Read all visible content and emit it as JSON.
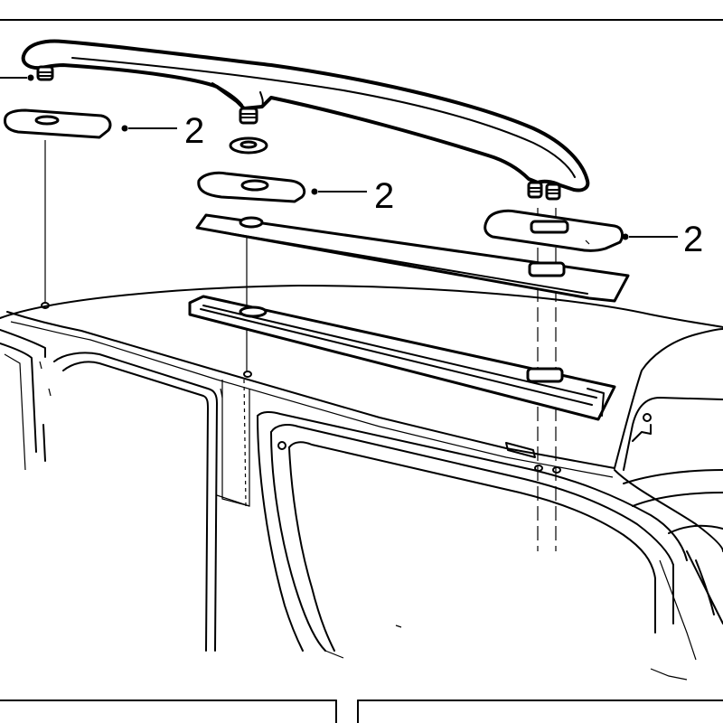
{
  "callouts": [
    {
      "id": "c1",
      "label": "2"
    },
    {
      "id": "c2",
      "label": "2"
    },
    {
      "id": "c3",
      "label": "2"
    }
  ]
}
